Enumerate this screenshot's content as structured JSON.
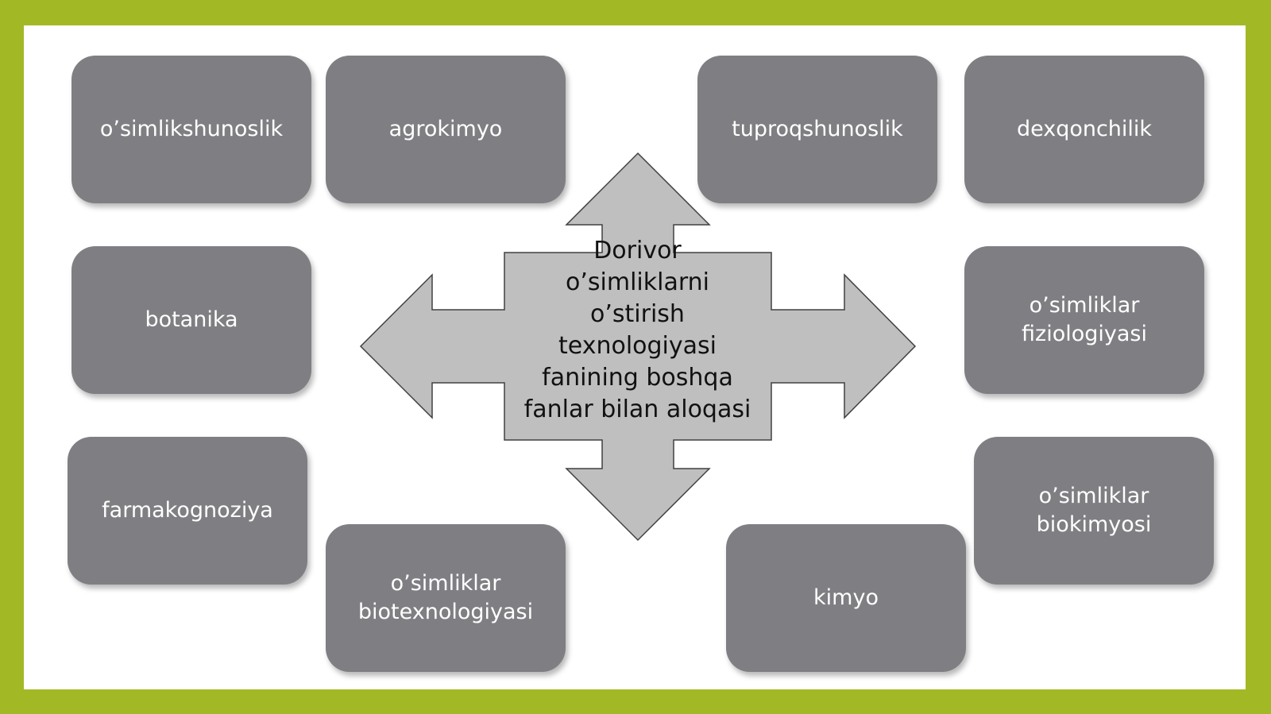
{
  "colors": {
    "frame": "#a3b825",
    "slide_background": "#ffffff",
    "box_fill": "#7f7f83",
    "box_text": "#ffffff",
    "arrow_fill": "#bfbfbf",
    "arrow_stroke": "#404040",
    "center_text": "#111111"
  },
  "center": {
    "title": "Dorivor\no’simliklarni\no’stirish\ntexnologiyasi\nfanining boshqa\nfanlar bilan aloqasi"
  },
  "boxes": [
    {
      "id": "osimlikshunoslik",
      "label": "o’simlikshunoslik"
    },
    {
      "id": "agrokimyo",
      "label": "agrokimyo"
    },
    {
      "id": "tuproqshunoslik",
      "label": "tuproqshunoslik"
    },
    {
      "id": "dexqonchilik",
      "label": "dexqonchilik"
    },
    {
      "id": "botanika",
      "label": "botanika"
    },
    {
      "id": "osimliklar-fiziologiyasi",
      "label": "o’simliklar fiziologiyasi"
    },
    {
      "id": "farmakognoziya",
      "label": "farmakognoziya"
    },
    {
      "id": "osimliklar-biokimyosi",
      "label": "o’simliklar biokimyosi"
    },
    {
      "id": "osimliklar-biotexnologiyasi",
      "label": "o’simliklar biotexnologiyasi"
    },
    {
      "id": "kimyo",
      "label": "kimyo"
    }
  ]
}
